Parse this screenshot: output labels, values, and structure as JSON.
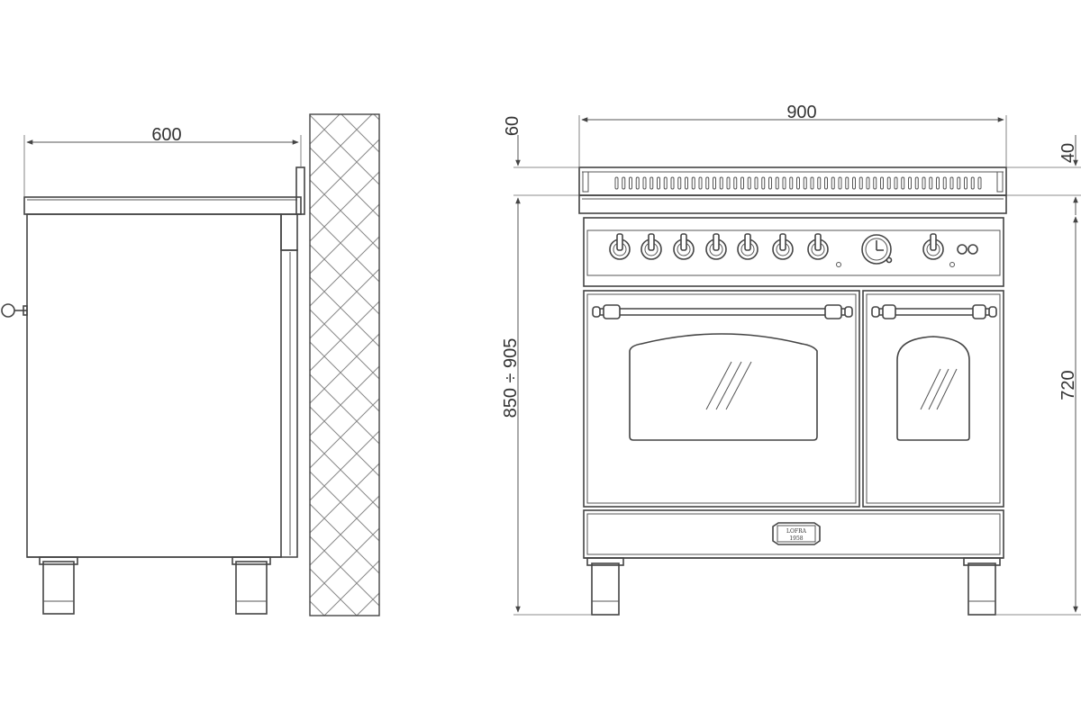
{
  "dimensions": {
    "side_depth": "600",
    "front_width": "900",
    "top_gap": "60",
    "hob_height": "40",
    "total_height": "850 ÷ 905",
    "body_height": "720"
  },
  "badge": {
    "brand": "LOFRA",
    "sub": "1958"
  },
  "front": {
    "knob_count": 8
  }
}
